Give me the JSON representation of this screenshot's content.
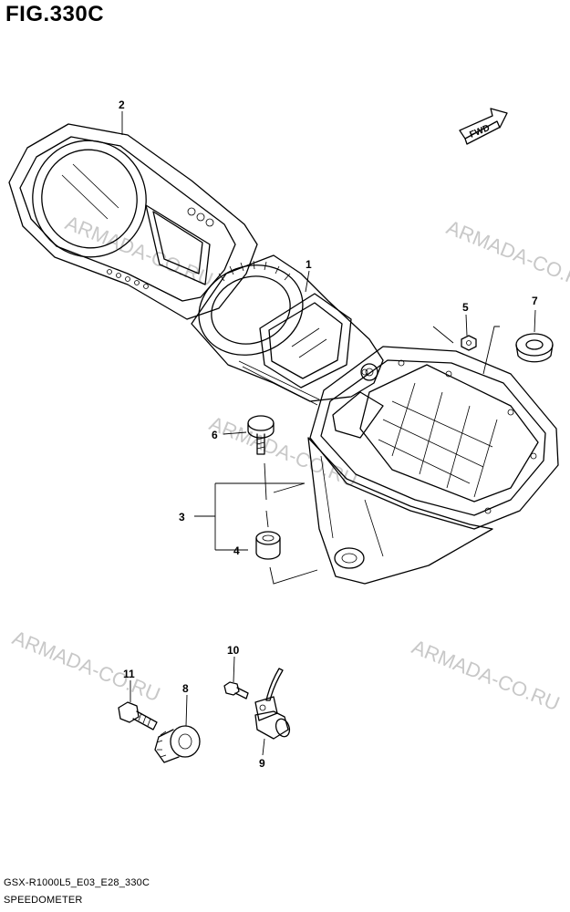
{
  "figure": {
    "title": "FIG.330C",
    "code": "GSX-R1000L5_E03_E28_330C",
    "name": "SPEEDOMETER"
  },
  "direction_badge": {
    "label": "FWD",
    "icon": "fwd-arrow-icon"
  },
  "watermark": "ARMADA-CO.RU",
  "callouts": {
    "c1": "1",
    "c2": "2",
    "c3": "3",
    "c4": "4",
    "c5": "5",
    "c6": "6",
    "c7": "7",
    "c8": "8",
    "c9": "9",
    "c10": "10",
    "c11": "11"
  },
  "colors": {
    "line": "#000000",
    "watermark": "#c8c8c8",
    "background": "#ffffff"
  }
}
